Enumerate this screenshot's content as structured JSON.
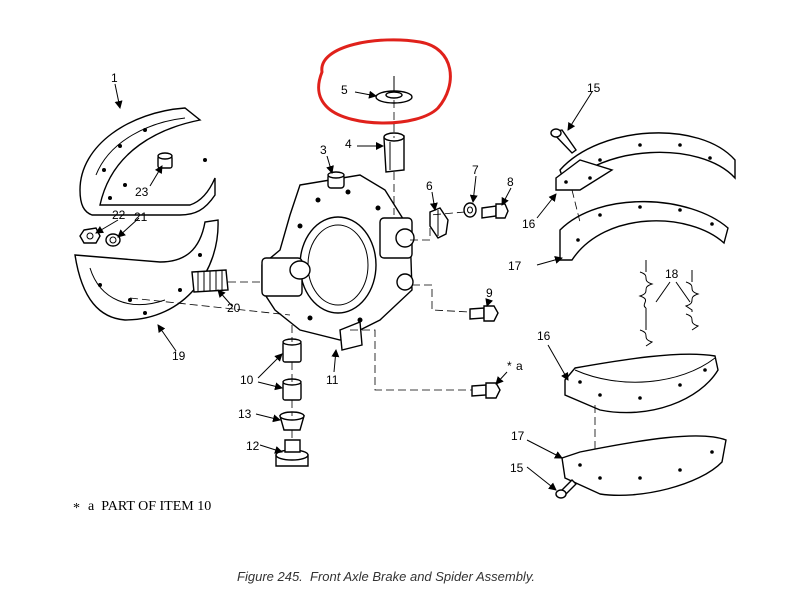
{
  "callouts": {
    "n1": "1",
    "n3": "3",
    "n4": "4",
    "n5": "5",
    "n6": "6",
    "n7": "7",
    "n8": "8",
    "n9": "9",
    "n10": "10",
    "n11": "11",
    "n12": "12",
    "n13": "13",
    "n15a": "15",
    "n15b": "15",
    "n16a": "16",
    "n16b": "16",
    "n17a": "17",
    "n17b": "17",
    "n18": "18",
    "n19": "19",
    "n20": "20",
    "n21": "21",
    "n22": "22",
    "n23": "23",
    "na": "a"
  },
  "note": {
    "symbol": "*",
    "text": "a  PART OF ITEM 10"
  },
  "caption": "Figure 245.  Front Axle Brake and Spider Assembly.",
  "highlight_color": "#e0211b"
}
